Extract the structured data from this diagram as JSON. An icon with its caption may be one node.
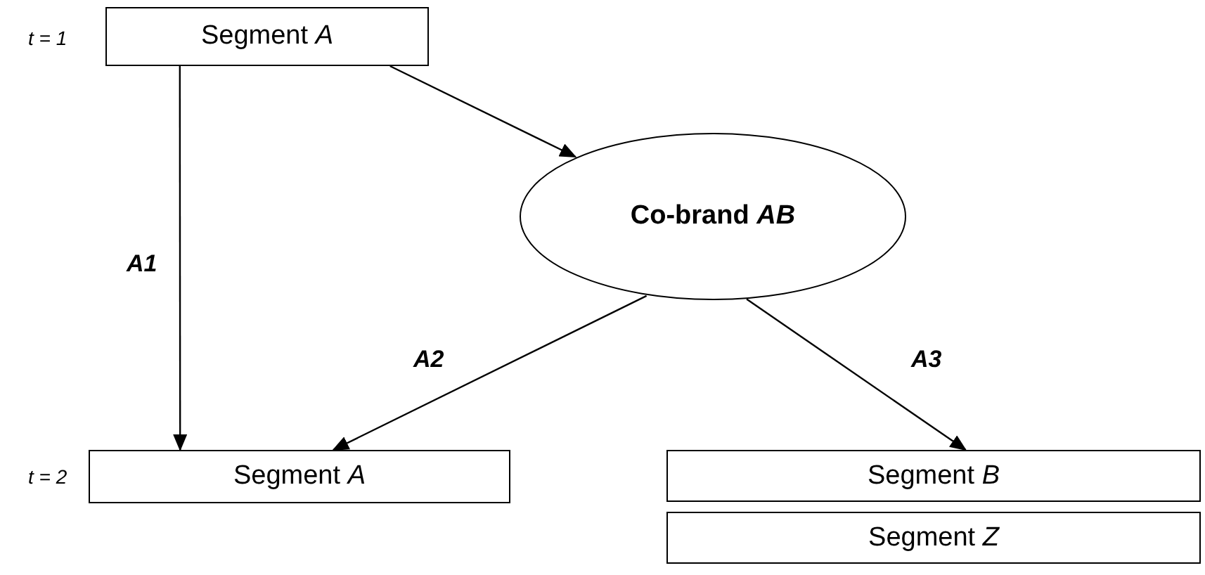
{
  "diagram": {
    "nodes": [
      {
        "text": [
          "Segment *A*"
        ],
        "beside": [
          "t = 1"
        ]
      },
      {
        "text": [
          "Co-brand *AB*"
        ]
      },
      {
        "text": [
          "Segment *A*"
        ],
        "beside": [
          "t = 2"
        ]
      },
      {
        "text": [
          "Segment *B*"
        ]
      },
      {
        "text": [
          "Segment *Z*"
        ]
      }
    ],
    "edges": [
      {
        "from": 0,
        "to": 1,
        "arrow": "to"
      },
      {
        "from": 0,
        "to": 2,
        "arrow": "to",
        "label": "A1"
      },
      {
        "from": 1,
        "to": 2,
        "arrow": "to",
        "label": "A2"
      },
      {
        "from": 1,
        "to": 3,
        "arrow": "to",
        "label": "A3"
      }
    ]
  }
}
